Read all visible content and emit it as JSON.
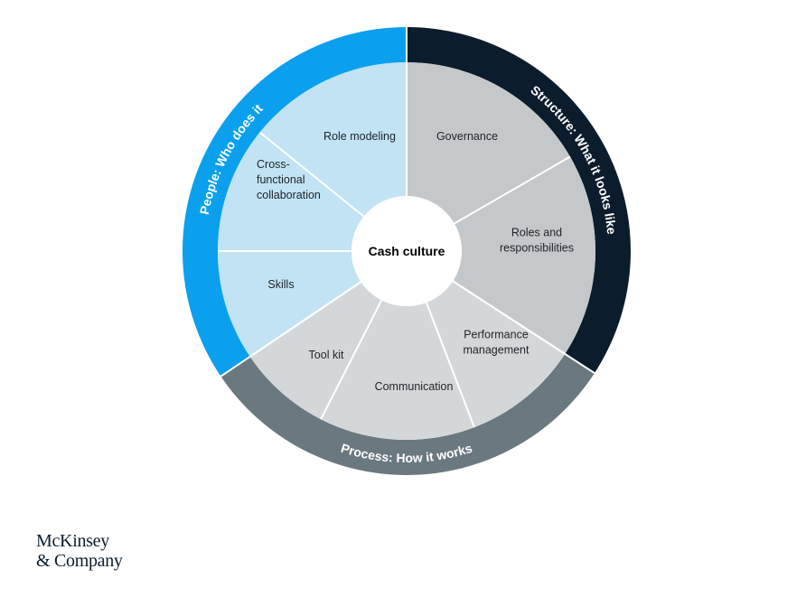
{
  "center": {
    "label": "Cash culture"
  },
  "rings": [
    {
      "key": "people",
      "label": "People: Who does it",
      "color": "#0aa0ee"
    },
    {
      "key": "structure",
      "label": "Structure: What it looks like",
      "color": "#0b1c2c"
    },
    {
      "key": "process",
      "label": "Process: How it works",
      "color": "#6a7880"
    }
  ],
  "segments": [
    {
      "key": "governance",
      "lines": [
        "Governance"
      ],
      "group": "structure",
      "color": "#c4c8cb"
    },
    {
      "key": "roles",
      "lines": [
        "Roles and",
        "responsibilities"
      ],
      "group": "structure",
      "color": "#c4c8cb"
    },
    {
      "key": "performance",
      "lines": [
        "Performance",
        "management"
      ],
      "group": "process",
      "color": "#d4d7d9"
    },
    {
      "key": "communication",
      "lines": [
        "Communication"
      ],
      "group": "process",
      "color": "#d4d7d9"
    },
    {
      "key": "toolkit",
      "lines": [
        "Tool kit"
      ],
      "group": "process",
      "color": "#d4d7d9"
    },
    {
      "key": "skills",
      "lines": [
        "Skills"
      ],
      "group": "people",
      "color": "#c1e3f4"
    },
    {
      "key": "crossfunctional",
      "lines": [
        "Cross-",
        "functional",
        "collaboration"
      ],
      "group": "people",
      "color": "#c1e3f4"
    },
    {
      "key": "rolemodeling",
      "lines": [
        "Role modeling"
      ],
      "group": "people",
      "color": "#c1e3f4"
    }
  ],
  "logo": {
    "line1": "McKinsey",
    "line2": "& Company"
  }
}
